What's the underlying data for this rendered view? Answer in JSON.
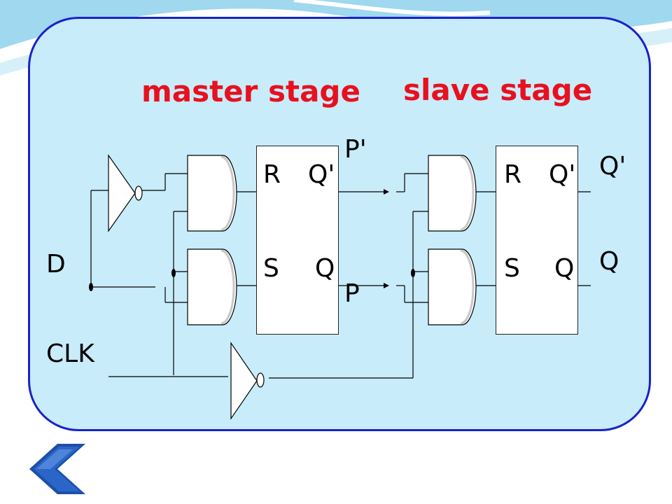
{
  "headings": {
    "master": "master stage",
    "slave": "slave stage"
  },
  "inputs": {
    "d": "D",
    "clk": "CLK"
  },
  "intermediate": {
    "p_bar": "P'",
    "p": "P"
  },
  "outputs": {
    "q_bar": "Q'",
    "q": "Q"
  },
  "master_ff": {
    "r": "R",
    "q_bar": "Q'",
    "s": "S",
    "q": "Q"
  },
  "slave_ff": {
    "r": "R",
    "q_bar": "Q'",
    "s": "S",
    "q": "Q"
  },
  "colors": {
    "panel_fill": "#c8ecfa",
    "panel_border": "#1a22c8",
    "heading": "#e8101f",
    "back_button": "#2a66c8"
  },
  "icons": {
    "back": "chevron-left-icon"
  }
}
